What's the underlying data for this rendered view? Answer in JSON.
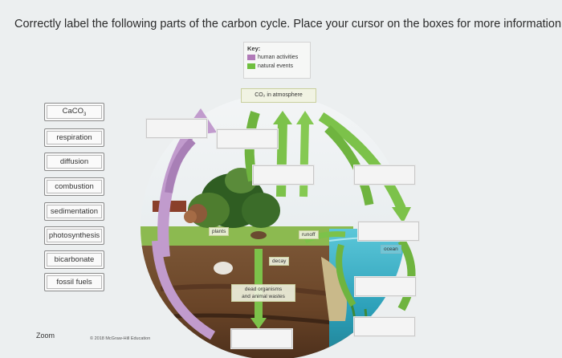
{
  "instruction": "Correctly label the following parts of the carbon cycle. Place your cursor on the boxes for more information.",
  "labels": [
    "CaCO3",
    "respiration",
    "diffusion",
    "combustion",
    "sedimentation",
    "photosynthesis",
    "bicarbonate",
    "fossil fuels"
  ],
  "key": {
    "title": "Key:",
    "human": "human activities",
    "natural": "natural events",
    "human_color": "#b07ab8",
    "natural_color": "#6fbf3f"
  },
  "diagram": {
    "co2": "CO₂ in atmosphere",
    "plants": "plants",
    "runoff": "runoff",
    "ocean": "ocean",
    "decay": "decay",
    "dead_line1": "dead organisms",
    "dead_line2": "and animal wastes"
  },
  "footer": {
    "zoom": "Zoom",
    "copyright": "© 2018 McGraw-Hill Education"
  }
}
